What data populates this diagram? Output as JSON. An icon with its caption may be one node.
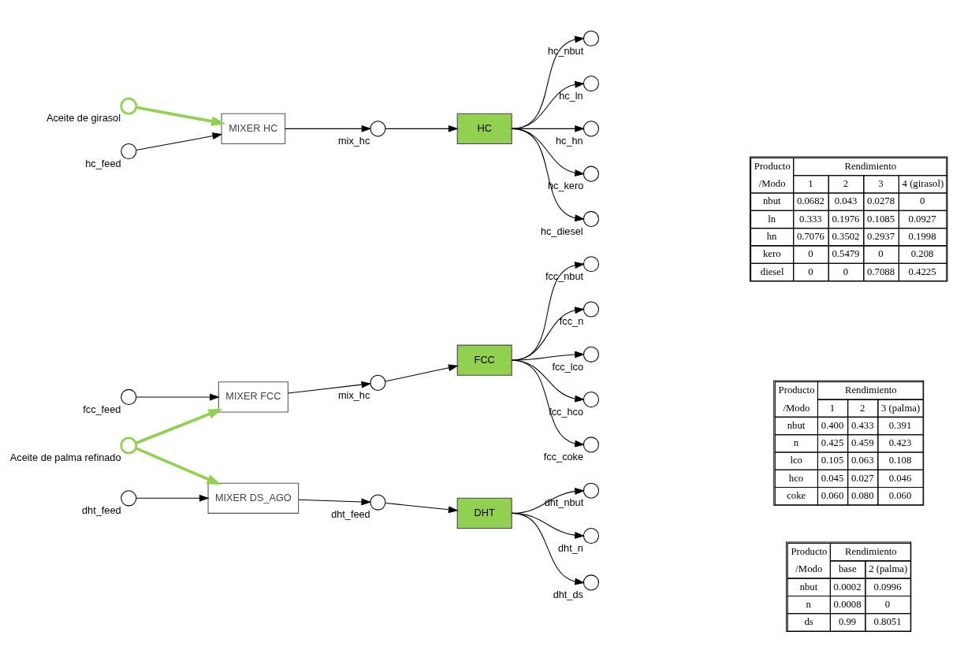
{
  "diagram": {
    "nodes": [
      {
        "text": [
          "fcc_feed"
        ]
      },
      {
        "text": [
          "MIXER FCC"
        ]
      },
      {
        "text": [
          "mix_hc"
        ]
      },
      {
        "text": [
          "FCC"
        ]
      },
      {
        "text": [
          "fcc_nbut"
        ]
      },
      {
        "text": [
          "fcc_n"
        ]
      },
      {
        "text": [
          "fcc_lco"
        ]
      },
      {
        "text": [
          "fcc_hco"
        ]
      },
      {
        "text": [
          "fcc_coke"
        ]
      },
      {
        "text": [
          "Aceite de palma refinado"
        ]
      },
      {
        "text": [
          "MIXER DS_AGO"
        ]
      },
      {
        "text": [
          "dht_feed"
        ]
      },
      {
        "text": [
          "DHT"
        ]
      },
      {
        "text": [
          "dht_nbut"
        ]
      },
      {
        "text": [
          "dht_n"
        ]
      },
      {
        "text": [
          "dht_ds"
        ]
      },
      {
        "text": [
          "dht_feed"
        ]
      },
      {
        "text": [
          "Aceite de girasol"
        ]
      },
      {
        "text": [
          "MIXER HC"
        ]
      },
      {
        "text": [
          "mix_hc"
        ]
      },
      {
        "text": [
          "HC"
        ]
      },
      {
        "text": [
          "hc_nbut"
        ]
      },
      {
        "text": [
          "hc_ln"
        ]
      },
      {
        "text": [
          "hc_hn"
        ]
      },
      {
        "text": [
          "hc_kero"
        ]
      },
      {
        "text": [
          "hc_diesel"
        ]
      },
      {
        "text": [
          "hc_feed"
        ]
      }
    ],
    "edges": [
      {
        "from": 0,
        "to": 1,
        "arrow": "to"
      },
      {
        "from": 9,
        "to": 1,
        "arrow": "to",
        "style": "thick",
        "color": "#92d050"
      },
      {
        "from": 1,
        "to": 2,
        "arrow": "to"
      },
      {
        "from": 2,
        "to": 3,
        "arrow": "to"
      },
      {
        "from": 3,
        "to": 4,
        "arrow": "to"
      },
      {
        "from": 3,
        "to": 5,
        "arrow": "to"
      },
      {
        "from": 3,
        "to": 6,
        "arrow": "to"
      },
      {
        "from": 3,
        "to": 7,
        "arrow": "to"
      },
      {
        "from": 3,
        "to": 8,
        "arrow": "to"
      },
      {
        "from": 9,
        "to": 10,
        "arrow": "to",
        "style": "thick",
        "color": "#92d050"
      },
      {
        "from": 16,
        "to": 10,
        "arrow": "to"
      },
      {
        "from": 10,
        "to": 11,
        "arrow": "to"
      },
      {
        "from": 11,
        "to": 12,
        "arrow": "to"
      },
      {
        "from": 12,
        "to": 13,
        "arrow": "to"
      },
      {
        "from": 12,
        "to": 14,
        "arrow": "to"
      },
      {
        "from": 12,
        "to": 15,
        "arrow": "to"
      },
      {
        "from": 17,
        "to": 18,
        "arrow": "to",
        "style": "thick",
        "color": "#92d050"
      },
      {
        "from": 26,
        "to": 18,
        "arrow": "to"
      },
      {
        "from": 18,
        "to": 19,
        "arrow": "to"
      },
      {
        "from": 19,
        "to": 20,
        "arrow": "to"
      },
      {
        "from": 20,
        "to": 21,
        "arrow": "to"
      },
      {
        "from": 20,
        "to": 22,
        "arrow": "to"
      },
      {
        "from": 20,
        "to": 23,
        "arrow": "to"
      },
      {
        "from": 20,
        "to": 24,
        "arrow": "to"
      },
      {
        "from": 20,
        "to": 25,
        "arrow": "to"
      }
    ],
    "labels": [
      "Producto",
      "Rendimiento",
      "/Modo",
      "1",
      "2",
      "3 (palma)",
      "nbut",
      "0.400",
      "0.433",
      "0.391",
      "n",
      "0.425",
      "0.459",
      "0.423",
      "lco",
      "0.105",
      "0.063",
      "0.108",
      "hco",
      "0.045",
      "0.027",
      "0.046",
      "coke",
      "0.060",
      "0.080",
      "0.060",
      "Producto",
      "Rendimiento",
      "/Modo",
      "base",
      "2 (palma)",
      "nbut",
      "0.0002",
      "0.0996",
      "n",
      "0.0008",
      "0",
      "ds",
      "0.99",
      "0.8051",
      "Producto",
      "Rendimiento",
      "/Modo",
      "1",
      "2",
      "3",
      "4 (girasol)",
      "nbut",
      "0.0682",
      "0.043",
      "0.0278",
      "0",
      "ln",
      "0.333",
      "0.1976",
      "0.1085",
      "0.0927",
      "hn",
      "0.7076",
      "0.3502",
      "0.2937",
      "0.1998",
      "kero",
      "0",
      "0.5479",
      "0",
      "0.208",
      "diesel",
      "0",
      "0",
      "0.7088",
      "0.4225"
    ]
  }
}
